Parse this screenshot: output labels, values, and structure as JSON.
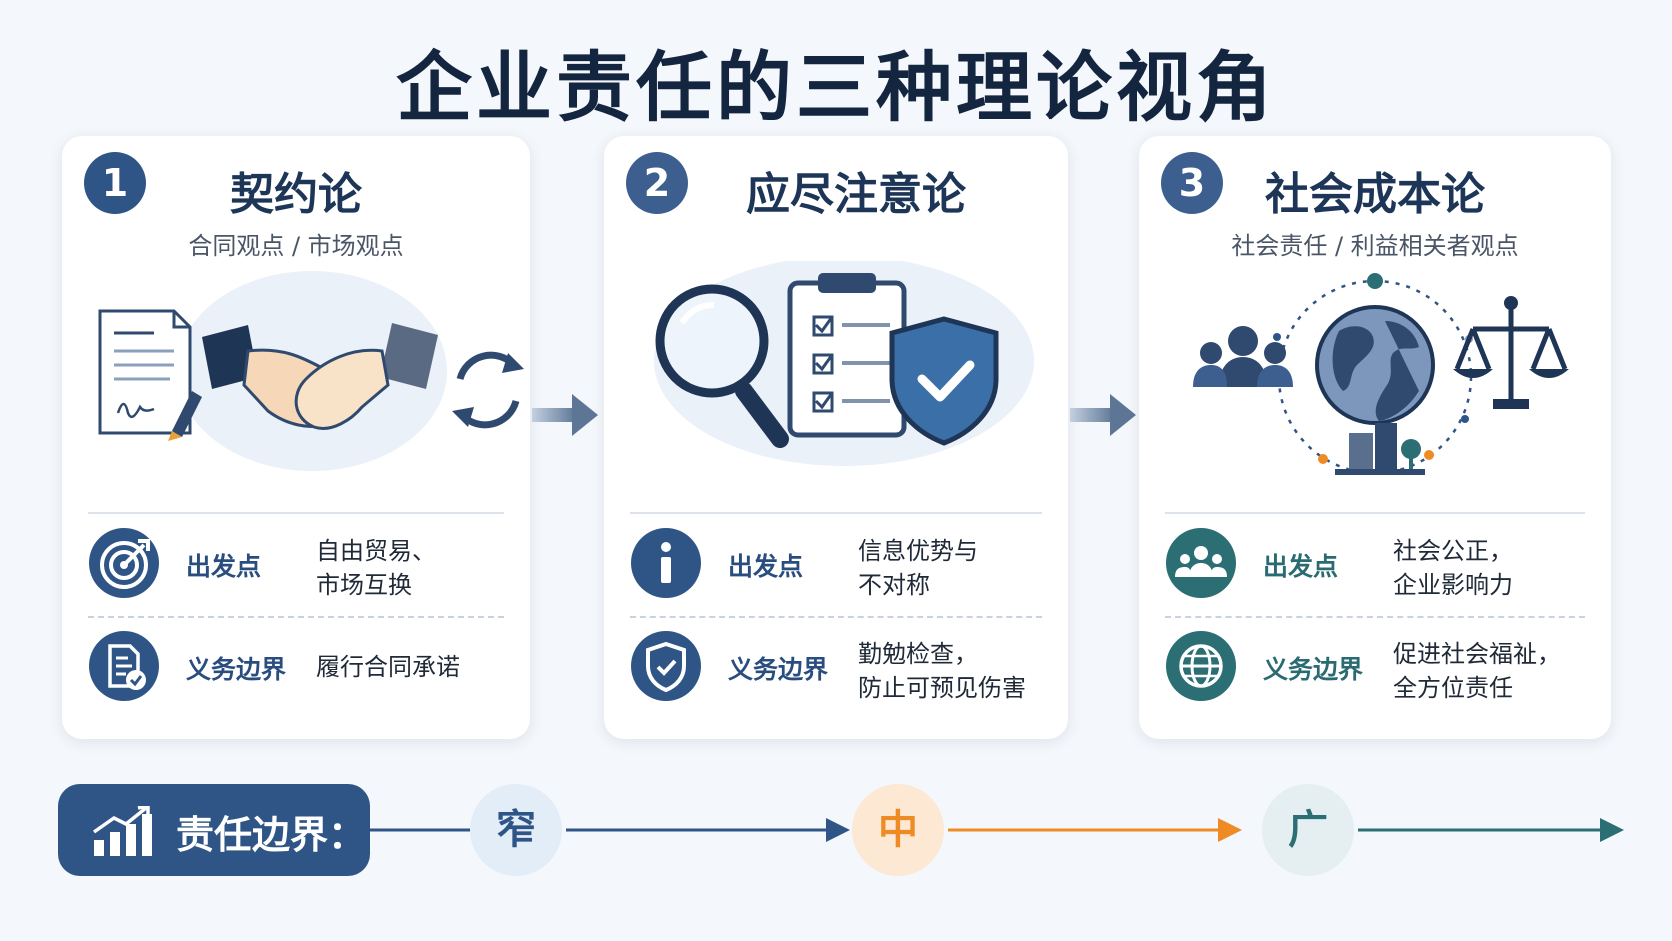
{
  "title": "企业责任的三种理论视角",
  "cards": [
    {
      "number": "1",
      "title": "契约论",
      "subtitle": "合同观点 / 市场观点",
      "rows": [
        {
          "label": "出发点",
          "lines": [
            "自由贸易、",
            "市场互换"
          ],
          "icon": "target-icon"
        },
        {
          "label": "义务边界",
          "lines": [
            "履行合同承诺"
          ],
          "icon": "contract-check-icon"
        }
      ]
    },
    {
      "number": "2",
      "title": "应尽注意论",
      "subtitle": "",
      "rows": [
        {
          "label": "出发点",
          "lines": [
            "信息优势与",
            "不对称"
          ],
          "icon": "info-icon"
        },
        {
          "label": "义务边界",
          "lines": [
            "勤勉检查，",
            "防止可预见伤害"
          ],
          "icon": "shield-check-icon"
        }
      ]
    },
    {
      "number": "3",
      "title": "社会成本论",
      "subtitle": "社会责任 / 利益相关者观点",
      "rows": [
        {
          "label": "出发点",
          "lines": [
            "社会公正，",
            "企业影响力"
          ],
          "icon": "people-group-icon"
        },
        {
          "label": "义务边界",
          "lines": [
            "促进社会福祉，",
            "全方位责任"
          ],
          "icon": "globe-icon"
        }
      ]
    }
  ],
  "footer": {
    "label": "责任边界：",
    "levels": [
      "窄",
      "中",
      "广"
    ]
  },
  "colors": {
    "navy": "#2f5587",
    "dark_navy": "#1d3557",
    "orange": "#ef8b25",
    "teal": "#2b6e73"
  }
}
